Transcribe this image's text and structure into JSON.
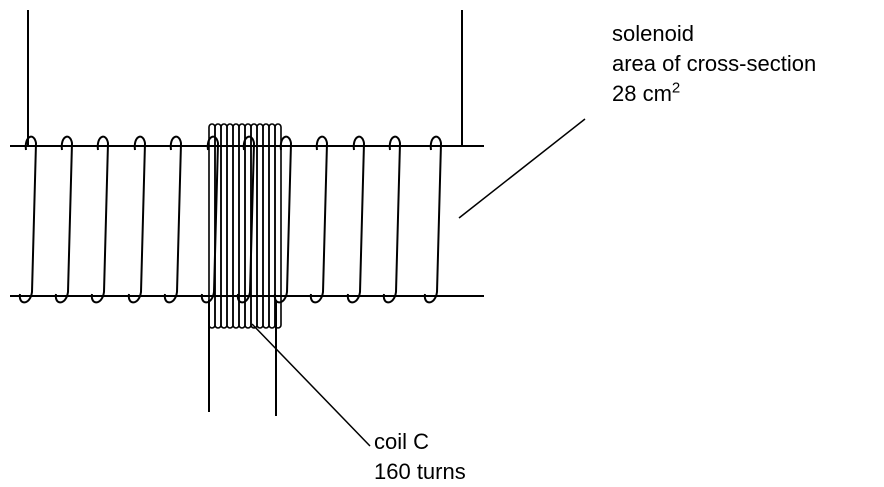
{
  "labels": {
    "solenoid": {
      "name": "solenoid",
      "area_text": "area of cross-section",
      "area_value": "28 cm",
      "area_exponent": "2"
    },
    "coil": {
      "name": "coil C",
      "turns": "160 turns"
    }
  },
  "colors": {
    "line": "#000000",
    "background": "#ffffff"
  }
}
